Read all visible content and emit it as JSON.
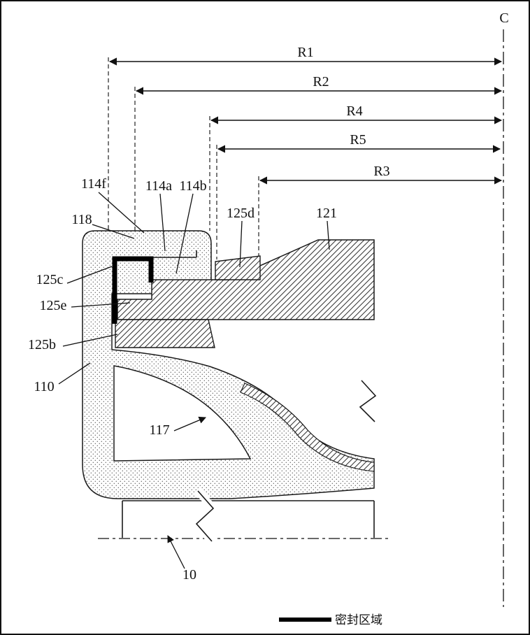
{
  "diagram": {
    "centerline_label": "C",
    "dimension_labels": {
      "r1": "R1",
      "r2": "R2",
      "r4": "R4",
      "r5": "R5",
      "r3": "R3"
    },
    "part_labels": {
      "l114f": "114f",
      "l114a": "114a",
      "l114b": "114b",
      "l118": "118",
      "l125d": "125d",
      "l121": "121",
      "l125c": "125c",
      "l125e": "125e",
      "l125b": "125b",
      "l110": "110",
      "l117": "117",
      "l10": "10"
    },
    "legend": {
      "seal_region": "密封区域"
    },
    "colors": {
      "line": "#1a1a1a"
    }
  }
}
